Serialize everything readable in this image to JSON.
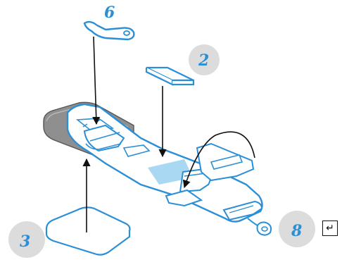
{
  "callouts": [
    {
      "id": "6",
      "label": "6"
    },
    {
      "id": "2",
      "label": "2"
    },
    {
      "id": "3",
      "label": "3"
    },
    {
      "id": "8",
      "label": "8"
    }
  ],
  "return_button": {
    "icon": "return-arrow-icon",
    "glyph": "↵"
  },
  "colors": {
    "accent": "#2a8fd6",
    "callout_circle": "#dcdcdc",
    "highlight_patch": "#a9d8f2",
    "gray_pad": "#8f8f8f",
    "line": "#111111"
  }
}
